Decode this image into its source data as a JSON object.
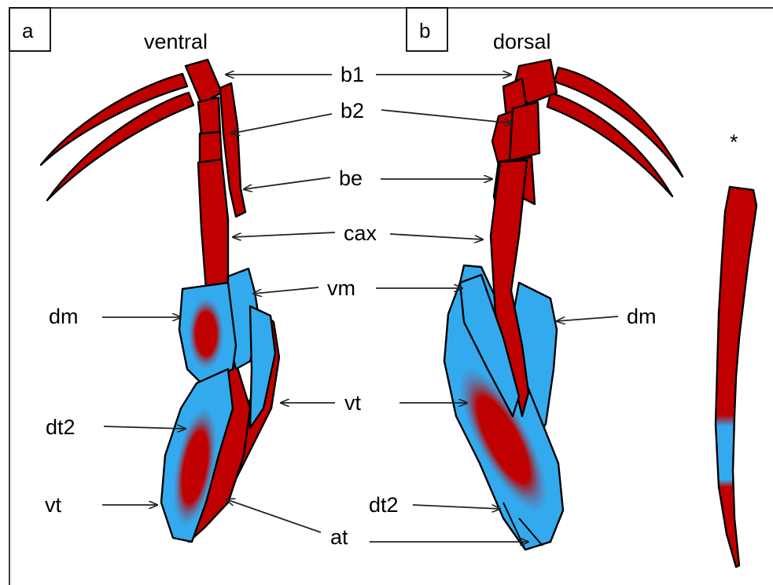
{
  "panels": {
    "a": "a",
    "b": "b"
  },
  "views": {
    "ventral": "ventral",
    "dorsal": "dorsal"
  },
  "asterisk": "*",
  "labels": {
    "b1": "b1",
    "b2": "b2",
    "be": "be",
    "cax": "cax",
    "vm": "vm",
    "vt": "vt",
    "dm": "dm",
    "dt2": "dt2",
    "at": "at"
  },
  "colors": {
    "muscle_red": "#c00000",
    "tissue_blue": "#33aaee",
    "outline": "#000000"
  }
}
